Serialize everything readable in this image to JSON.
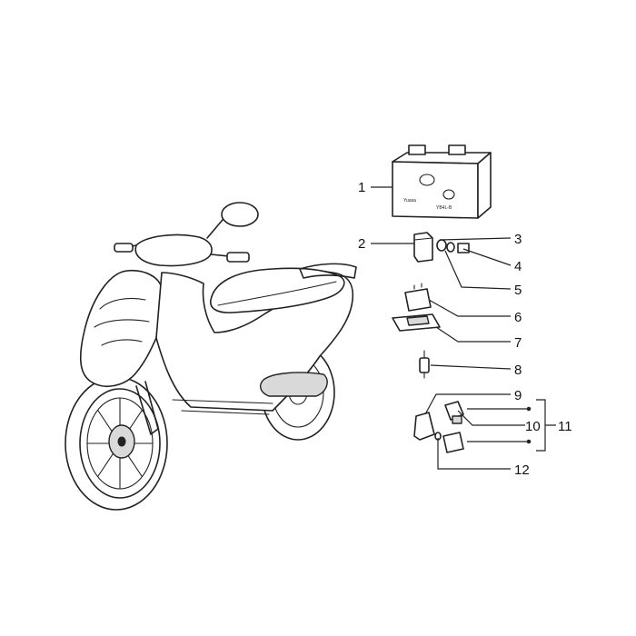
{
  "diagram": {
    "callouts": [
      {
        "id": "c1",
        "label": "1"
      },
      {
        "id": "c2",
        "label": "2"
      },
      {
        "id": "c3",
        "label": "3"
      },
      {
        "id": "c4",
        "label": "4"
      },
      {
        "id": "c5",
        "label": "5"
      },
      {
        "id": "c6",
        "label": "6"
      },
      {
        "id": "c7",
        "label": "7"
      },
      {
        "id": "c8",
        "label": "8"
      },
      {
        "id": "c9",
        "label": "9"
      },
      {
        "id": "c10",
        "label": "10"
      },
      {
        "id": "c11",
        "label": "11"
      },
      {
        "id": "c12",
        "label": "12"
      }
    ],
    "battery_text": {
      "brand": "Yuasa",
      "model": "YB4L-B"
    },
    "colors": {
      "line": "#222222",
      "background": "#ffffff"
    }
  }
}
